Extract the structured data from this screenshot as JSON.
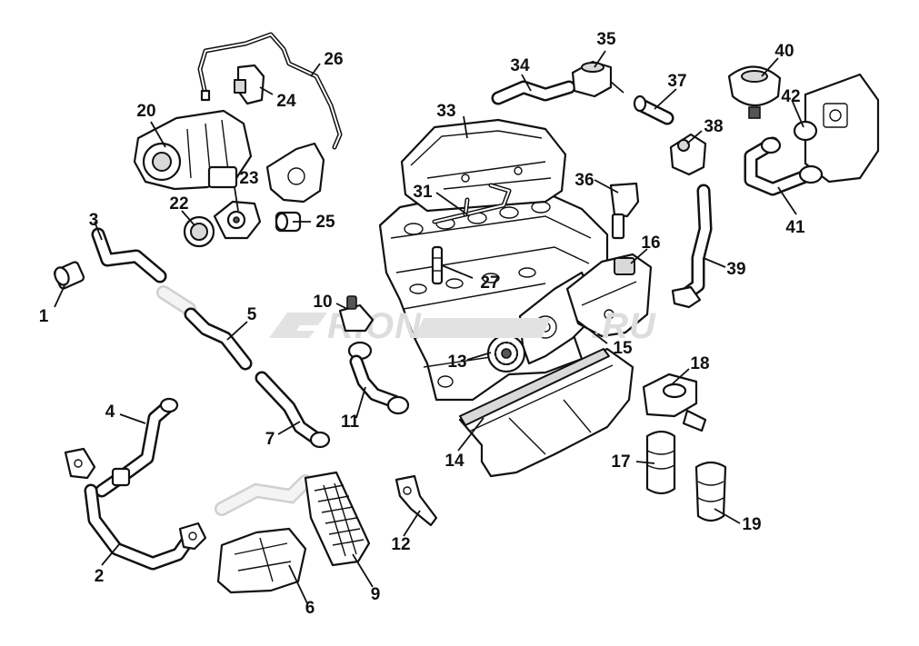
{
  "watermark": {
    "text_left": "RION",
    "text_right": ".RU"
  },
  "callouts": [
    {
      "id": "c1",
      "label": "1"
    },
    {
      "id": "c2",
      "label": "2"
    },
    {
      "id": "c3",
      "label": "3"
    },
    {
      "id": "c4",
      "label": "4"
    },
    {
      "id": "c5",
      "label": "5"
    },
    {
      "id": "c6",
      "label": "6"
    },
    {
      "id": "c7",
      "label": "7"
    },
    {
      "id": "c9",
      "label": "9"
    },
    {
      "id": "c10",
      "label": "10"
    },
    {
      "id": "c11",
      "label": "11"
    },
    {
      "id": "c12",
      "label": "12"
    },
    {
      "id": "c13",
      "label": "13"
    },
    {
      "id": "c14",
      "label": "14"
    },
    {
      "id": "c15",
      "label": "15"
    },
    {
      "id": "c16",
      "label": "16"
    },
    {
      "id": "c17",
      "label": "17"
    },
    {
      "id": "c18",
      "label": "18"
    },
    {
      "id": "c19",
      "label": "19"
    },
    {
      "id": "c20",
      "label": "20"
    },
    {
      "id": "c22",
      "label": "22"
    },
    {
      "id": "c23",
      "label": "23"
    },
    {
      "id": "c24",
      "label": "24"
    },
    {
      "id": "c25",
      "label": "25"
    },
    {
      "id": "c26",
      "label": "26"
    },
    {
      "id": "c27",
      "label": "27"
    },
    {
      "id": "c31",
      "label": "31"
    },
    {
      "id": "c33",
      "label": "33"
    },
    {
      "id": "c34",
      "label": "34"
    },
    {
      "id": "c35",
      "label": "35"
    },
    {
      "id": "c36",
      "label": "36"
    },
    {
      "id": "c37",
      "label": "37"
    },
    {
      "id": "c38",
      "label": "38"
    },
    {
      "id": "c39",
      "label": "39"
    },
    {
      "id": "c40",
      "label": "40"
    },
    {
      "id": "c41",
      "label": "41"
    },
    {
      "id": "c42",
      "label": "42"
    }
  ]
}
